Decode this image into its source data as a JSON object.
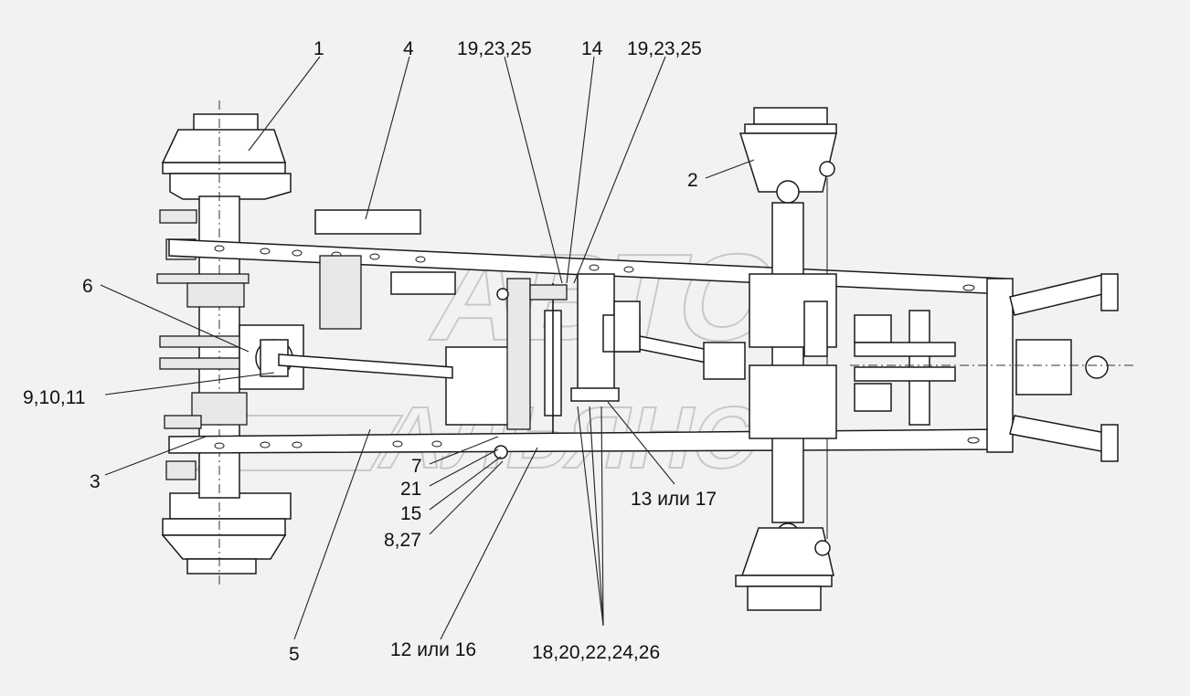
{
  "watermark": {
    "line1": "АВТО",
    "line2": "АЛЬЯНС"
  },
  "callouts": [
    {
      "id": "c1",
      "text": "1"
    },
    {
      "id": "c4",
      "text": "4"
    },
    {
      "id": "c19a",
      "text": "19,23,25"
    },
    {
      "id": "c14",
      "text": "14"
    },
    {
      "id": "c19b",
      "text": "19,23,25"
    },
    {
      "id": "c2",
      "text": "2"
    },
    {
      "id": "c6",
      "text": "6"
    },
    {
      "id": "c9",
      "text": "9,10,11"
    },
    {
      "id": "c3",
      "text": "3"
    },
    {
      "id": "c7",
      "text": "7"
    },
    {
      "id": "c21",
      "text": "21"
    },
    {
      "id": "c15",
      "text": "15"
    },
    {
      "id": "c8",
      "text": "8,27"
    },
    {
      "id": "c13",
      "text": "13 или 17"
    },
    {
      "id": "c5",
      "text": "5"
    },
    {
      "id": "c12",
      "text": "12 или 16"
    },
    {
      "id": "c18",
      "text": "18,20,22,24,26"
    }
  ]
}
